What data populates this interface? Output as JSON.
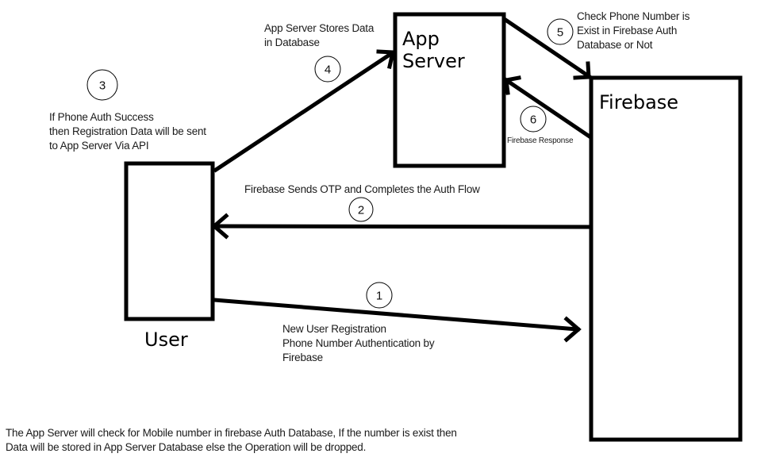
{
  "diagram": {
    "nodes": {
      "user": {
        "label": "User"
      },
      "app_server": {
        "label_lines": [
          "App",
          "Server"
        ]
      },
      "firebase": {
        "label": "Firebase"
      }
    },
    "steps": [
      {
        "number": "1",
        "from": "User",
        "to": "Firebase",
        "label_lines": [
          "New User Registration",
          "Phone Number Authentication by",
          "Firebase"
        ]
      },
      {
        "number": "2",
        "from": "Firebase",
        "to": "User",
        "label_lines": [
          "Firebase Sends OTP and Completes the Auth Flow"
        ]
      },
      {
        "number": "3",
        "from": "User",
        "to": "App Server",
        "label_lines": [
          "If Phone Auth Success",
          "then Registration Data will be sent",
          "to App Server Via API"
        ]
      },
      {
        "number": "4",
        "from": "User",
        "to": "App Server",
        "label_lines": [
          "App Server Stores Data",
          "in Database"
        ]
      },
      {
        "number": "5",
        "from": "App Server",
        "to": "Firebase",
        "label_lines": [
          "Check Phone Number is",
          "Exist in Firebase Auth",
          "Database or Not"
        ]
      },
      {
        "number": "6",
        "from": "Firebase",
        "to": "App Server",
        "label_lines": [
          "Firebase Response"
        ]
      }
    ],
    "footer_note": [
      "The App Server will check for Mobile number in firebase Auth Database, If the number is exist then",
      "Data will be stored in App Server Database else the Operation will be dropped."
    ]
  }
}
